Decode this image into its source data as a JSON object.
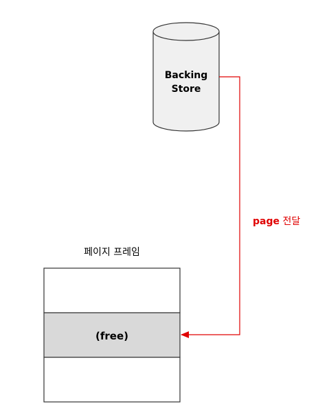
{
  "backing_store": {
    "line1": "Backing",
    "line2": "Store"
  },
  "edge": {
    "label_bold": "page",
    "label_rest": " 전달",
    "color": "#e00000"
  },
  "frames": {
    "title": "페이지 프레임",
    "free_label": "(free)",
    "free_fill": "#d9d9d9"
  },
  "cylinder_fill": "#f0f0f0"
}
